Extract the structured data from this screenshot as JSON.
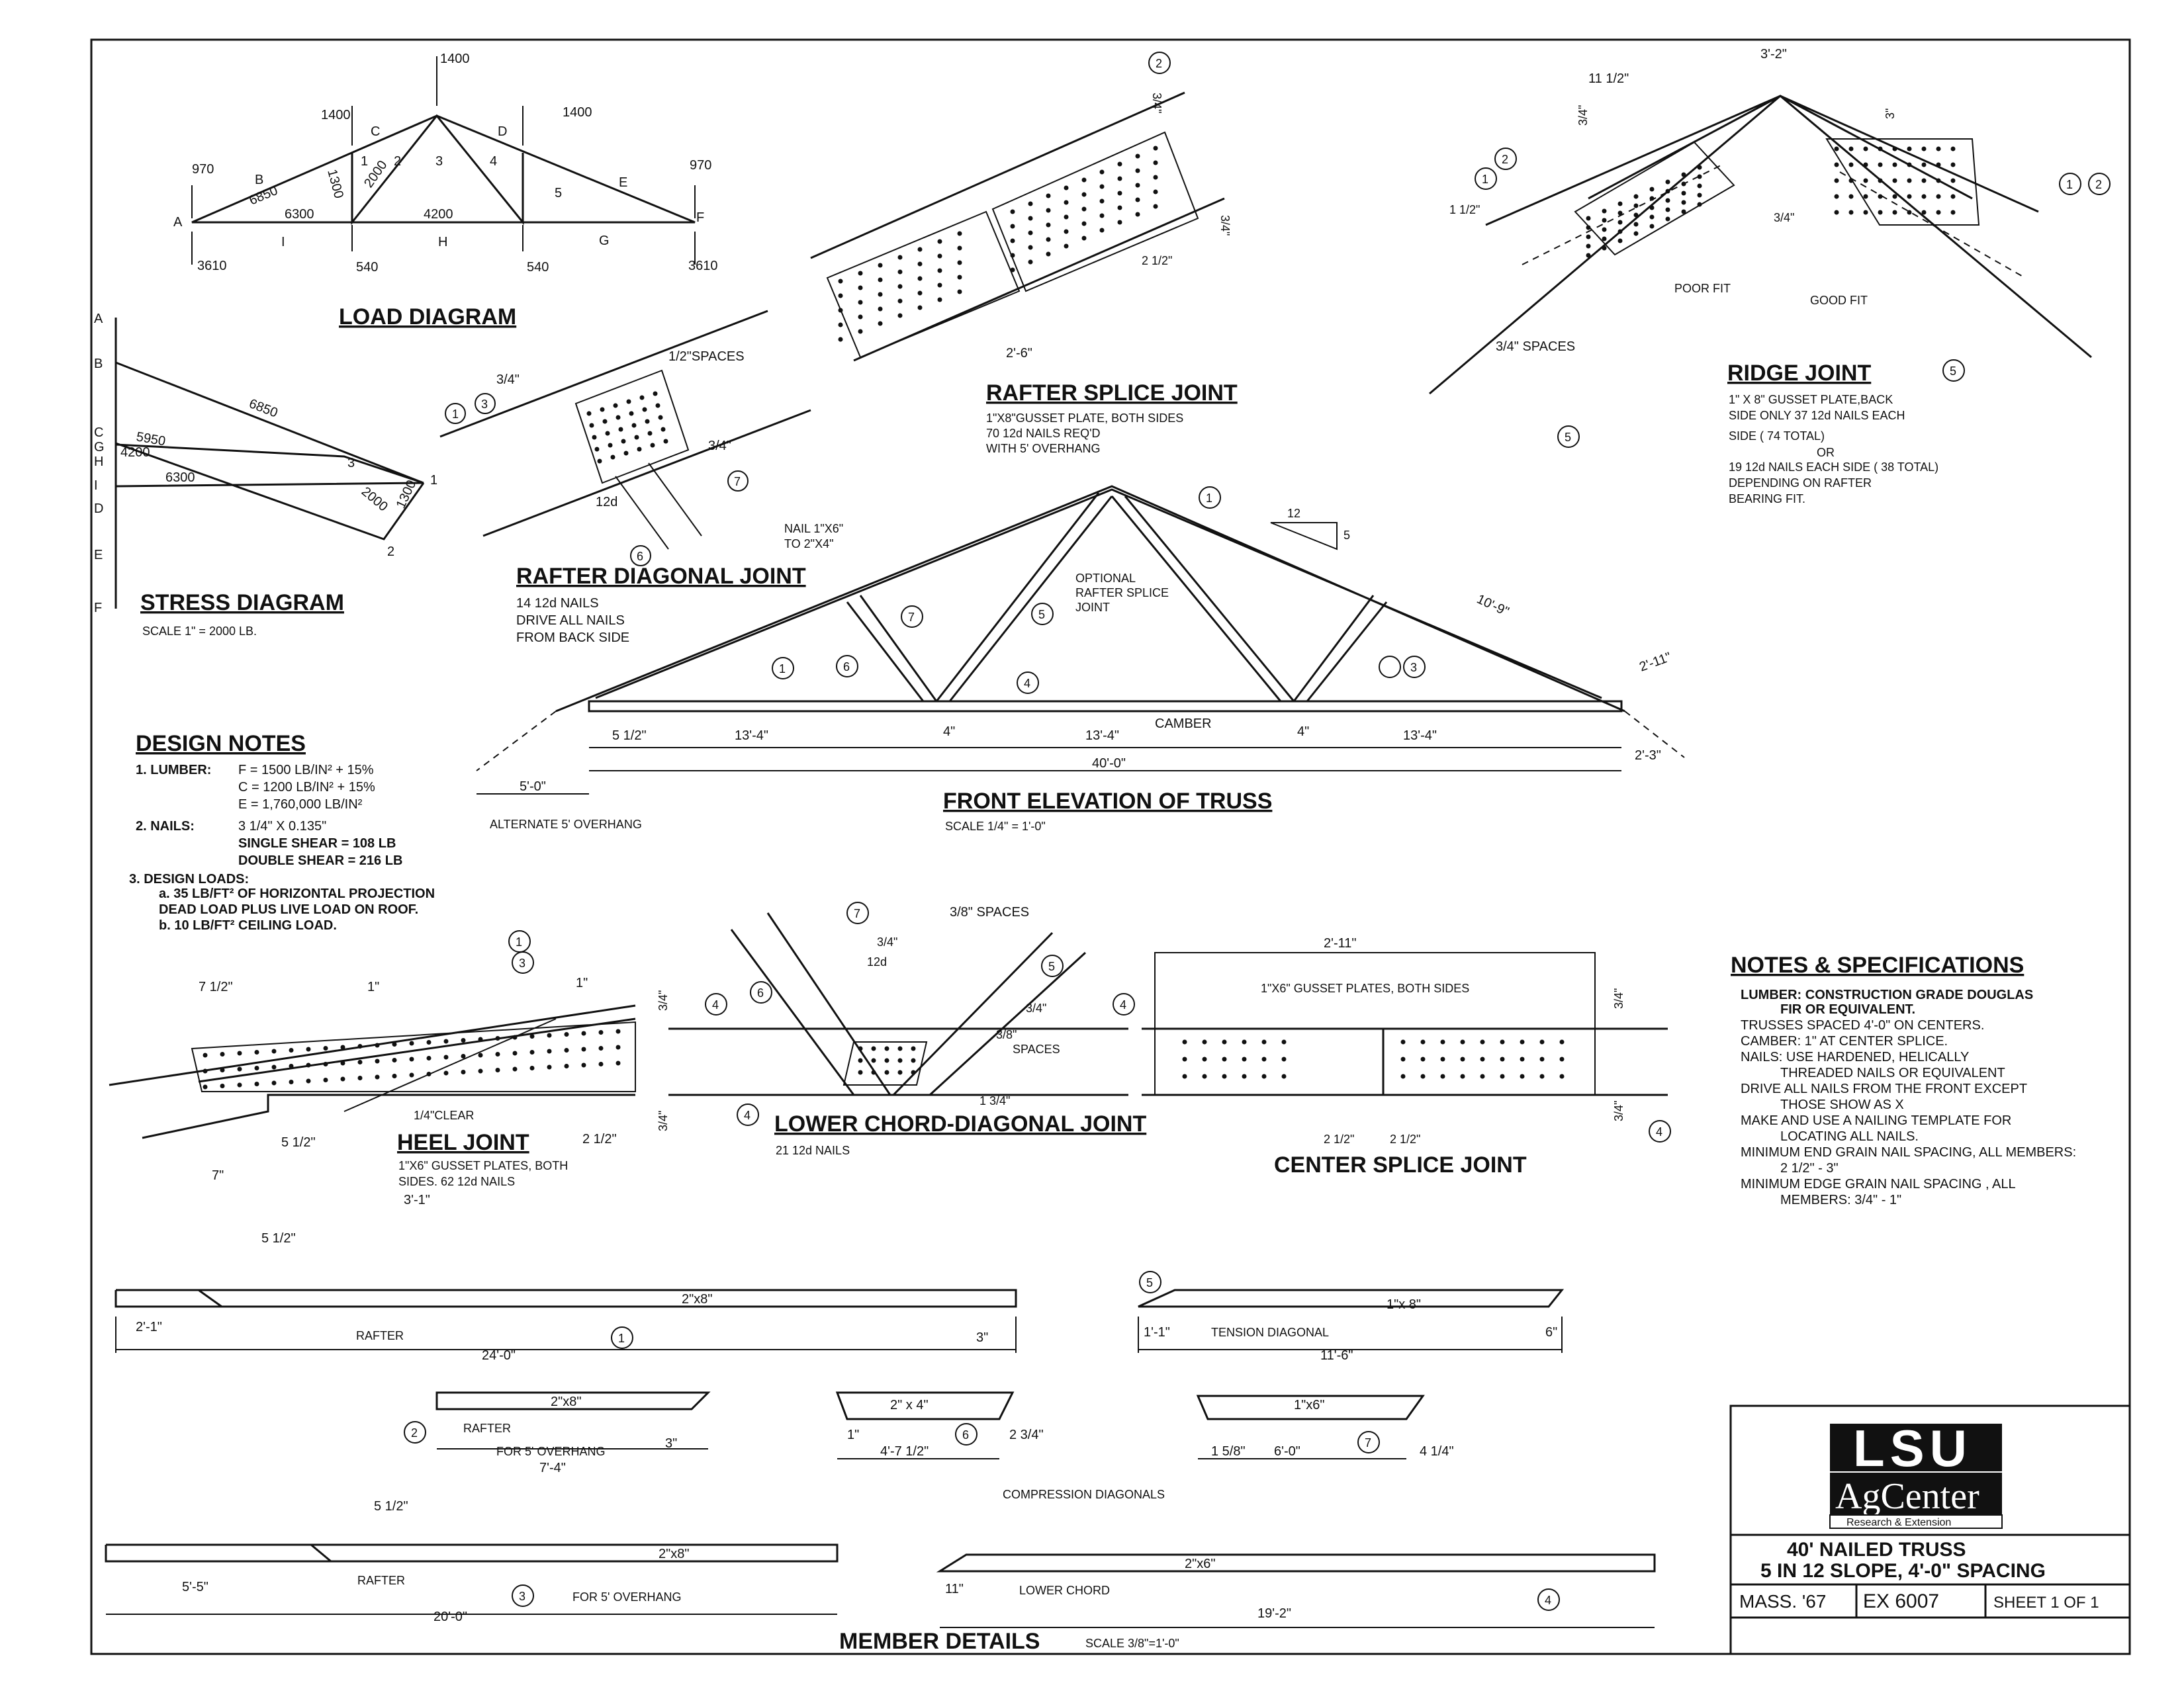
{
  "load_diagram": {
    "title": "LOAD DIAGRAM",
    "apex_load": "1400",
    "left_load": "1400",
    "right_load": "1400",
    "end_left": "970",
    "end_right": "970",
    "reaction_left": "3610",
    "reaction_right": "3610",
    "panel_left": "540",
    "panel_right": "540",
    "letters": [
      "A",
      "B",
      "C",
      "D",
      "E",
      "F",
      "G",
      "H",
      "I"
    ],
    "members": [
      "6850",
      "6300",
      "4200",
      "2000",
      "1300"
    ],
    "panels": [
      "1",
      "2",
      "3",
      "4",
      "5"
    ]
  },
  "stress_diagram": {
    "title": "STRESS DIAGRAM",
    "scale": "SCALE 1\" = 2000 LB.",
    "letters": [
      "A",
      "B",
      "C",
      "G",
      "H",
      "I",
      "D",
      "E",
      "F"
    ],
    "values": [
      "6850",
      "5950",
      "4200",
      "6300",
      "2000",
      "1300"
    ],
    "points": [
      "3",
      "1",
      "2"
    ]
  },
  "rafter_diagonal": {
    "title": "RAFTER DIAGONAL JOINT",
    "notes": [
      "14 12d NAILS",
      "DRIVE ALL NAILS",
      "FROM BACK SIDE"
    ],
    "dims": [
      "3/4\"",
      "1/2\"SPACES",
      "3/4\"",
      "12d"
    ],
    "nail_note": [
      "NAIL 1\"X6\"",
      "TO 2\"X4\""
    ],
    "circles": [
      "1",
      "3",
      "6",
      "7"
    ]
  },
  "rafter_splice": {
    "title": "RAFTER SPLICE JOINT",
    "notes": [
      "1\"X8\"GUSSET PLATE, BOTH SIDES",
      "70 12d NAILS REQ'D",
      "WITH 5' OVERHANG"
    ],
    "dims": [
      "2'-6\"",
      "2 1/2\"",
      "3/4\"",
      "3/4\""
    ],
    "circle": "2"
  },
  "ridge_joint": {
    "title": "RIDGE JOINT",
    "notes": [
      "1\" X 8\" GUSSET PLATE,BACK",
      "SIDE ONLY 37 12d NAILS EACH",
      "SIDE ( 74 TOTAL)",
      "OR",
      "19 12d NAILS EACH SIDE ( 38 TOTAL)",
      "DEPENDING ON RAFTER",
      "BEARING FIT."
    ],
    "dims": [
      "3'-2\"",
      "11 1/2\"",
      "3/4\"",
      "3\"",
      "1 1/2\"",
      "3/4\"",
      "3/4\" SPACES"
    ],
    "poor_fit": "POOR FIT",
    "good_fit": "GOOD FIT",
    "circles": [
      "1",
      "2",
      "1",
      "2",
      "5",
      "5"
    ]
  },
  "front_elevation": {
    "title": "FRONT ELEVATION OF TRUSS",
    "scale": "SCALE 1/4\" = 1'-0\"",
    "optional": [
      "OPTIONAL",
      "RAFTER SPLICE",
      "JOINT"
    ],
    "slope_rise": "5",
    "slope_run": "12",
    "camber": "CAMBER",
    "alt_overhang": "ALTERNATE 5' OVERHANG",
    "dims": [
      "5 1/2\"",
      "13'-4\"",
      "4\"",
      "13'-4\"",
      "4\"",
      "13'-4\"",
      "40'-0\"",
      "5'-0\"",
      "2'-3\"",
      "2'-11\"",
      "10'-9\""
    ],
    "circles": [
      "1",
      "1",
      "3",
      "4",
      "5",
      "6",
      "7"
    ]
  },
  "design_notes": {
    "title": "DESIGN NOTES",
    "lumber_label": "1. LUMBER:",
    "lumber": [
      "F = 1500 LB/IN² + 15%",
      "C = 1200 LB/IN² + 15%",
      "E = 1,760,000 LB/IN²"
    ],
    "nails_label": "2. NAILS:",
    "nails": [
      "3 1/4\" X 0.135\"",
      "SINGLE SHEAR = 108 LB",
      "DOUBLE SHEAR = 216 LB"
    ],
    "loads_label": "3. DESIGN LOADS:",
    "loads": [
      "a. 35 LB/FT² OF HORIZONTAL PROJECTION",
      "DEAD LOAD PLUS LIVE LOAD ON ROOF.",
      "b. 10 LB/FT² CEILING LOAD."
    ]
  },
  "heel_joint": {
    "title": "HEEL JOINT",
    "notes": [
      "1\"X6\" GUSSET PLATES, BOTH",
      "SIDES. 62 12d NAILS"
    ],
    "clear": "1/4\"CLEAR",
    "dims": [
      "7 1/2\"",
      "1\"",
      "1\"",
      "3/4\"",
      "3/4\"",
      "5 1/2\"",
      "7\"",
      "2 1/2\"",
      "3'-1\""
    ],
    "circles": [
      "1",
      "3"
    ]
  },
  "lower_chord_diagonal": {
    "title": "LOWER CHORD-DIAGONAL JOINT",
    "notes": [
      "21 12d NAILS"
    ],
    "dims": [
      "3/4\"",
      "12d",
      "3/8\" SPACES",
      "3/4\"",
      "3/8\"",
      "SPACES",
      "1 3/4\""
    ],
    "circles": [
      "4",
      "4",
      "4",
      "5",
      "6",
      "7"
    ]
  },
  "center_splice": {
    "title": "CENTER SPLICE JOINT",
    "notes": [
      "1\"X6\" GUSSET PLATES, BOTH SIDES"
    ],
    "dims": [
      "2'-11\"",
      "3/4\"",
      "3/4\"",
      "2 1/2\"",
      "2 1/2\""
    ],
    "circle": "4"
  },
  "notes_specs": {
    "title": "NOTES & SPECIFICATIONS",
    "lines": [
      "LUMBER:   CONSTRUCTION GRADE DOUGLAS",
      "FIR OR EQUIVALENT.",
      "TRUSSES SPACED 4'-0\" ON CENTERS.",
      "CAMBER:   1\" AT CENTER SPLICE.",
      "NAILS:   USE HARDENED, HELICALLY",
      "THREADED NAILS OR  EQUIVALENT",
      "DRIVE ALL NAILS FROM THE FRONT EXCEPT",
      "THOSE SHOW AS X",
      "MAKE AND USE A NAILING TEMPLATE FOR",
      "LOCATING ALL NAILS.",
      "MINIMUM END GRAIN NAIL SPACING, ALL MEMBERS:",
      "2 1/2\" - 3\"",
      "MINIMUM EDGE GRAIN NAIL SPACING , ALL",
      "MEMBERS: 3/4\" - 1\""
    ]
  },
  "member_details": {
    "title": "MEMBER DETAILS",
    "scale": "SCALE 3/8\"=1'-0\"",
    "compression": "COMPRESSION    DIAGONALS",
    "rafter1": {
      "size": "2\"x8\"",
      "name": "RAFTER",
      "length": "24'-0\"",
      "left": "2'-1\"",
      "right": "3\"",
      "cut": "5 1/2\"",
      "circle": "1"
    },
    "rafter2": {
      "size": "2\"x8\"",
      "name": "RAFTER",
      "sub": "FOR 5' OVERHANG",
      "length": "7'-4\"",
      "right": "3\"",
      "circle": "2"
    },
    "rafter3": {
      "size": "2\"x8\"",
      "name": "RAFTER",
      "sub": "FOR 5' OVERHANG",
      "length": "20'-0\"",
      "left": "5'-5\"",
      "cut": "5 1/2\"",
      "circle": "3"
    },
    "tension": {
      "size": "1\"x 8\"",
      "name": "TENSION DIAGONAL",
      "length": "11'-6\"",
      "left": "1'-1\"",
      "right": "6\"",
      "circle": "5"
    },
    "comp6": {
      "size": "2\" x 4\"",
      "length": "4'-7 1/2\"",
      "left": "1\"",
      "right": "2 3/4\"",
      "circle": "6"
    },
    "comp7": {
      "size": "1\"x6\"",
      "length": "6'-0\"",
      "left": "1 5/8\"",
      "right": "4 1/4\"",
      "circle": "7"
    },
    "lower_chord": {
      "size": "2\"x6\"",
      "name": "LOWER CHORD",
      "length": "19'-2\"",
      "left": "11\"",
      "circle": "4"
    }
  },
  "title_block": {
    "logo_main": "LSU",
    "logo_sub": "AgCenter",
    "logo_tag": "Research & Extension",
    "title_line1": "40' NAILED TRUSS",
    "title_line2": "5 IN 12 SLOPE, 4'-0\" SPACING",
    "mass": "MASS. '67",
    "ex": "EX 6007",
    "sheet": "SHEET 1 OF 1"
  }
}
